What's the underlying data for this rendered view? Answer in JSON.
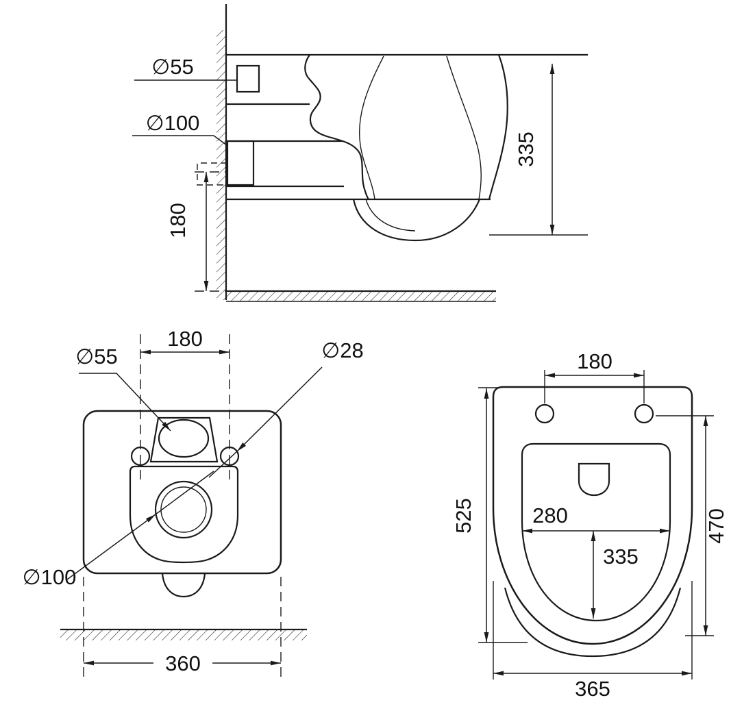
{
  "drawing": {
    "subject": "wall-hung toilet dimension drawing",
    "background": "#ffffff",
    "line_color": "#1a1a1a"
  },
  "side_view": {
    "inlet_diameter": "∅55",
    "outlet_diameter": "∅100",
    "height_floor_to_outlet": "180",
    "bowl_height": "335"
  },
  "rear_view": {
    "hole_spacing": "180",
    "inlet_diameter": "∅55",
    "hole_diameter": "∅28",
    "outlet_diameter": "∅100",
    "width": "360"
  },
  "top_view": {
    "hole_spacing": "180",
    "length": "525",
    "bowl_width": "280",
    "bowl_depth": "335",
    "seat_depth": "470",
    "width": "365"
  }
}
